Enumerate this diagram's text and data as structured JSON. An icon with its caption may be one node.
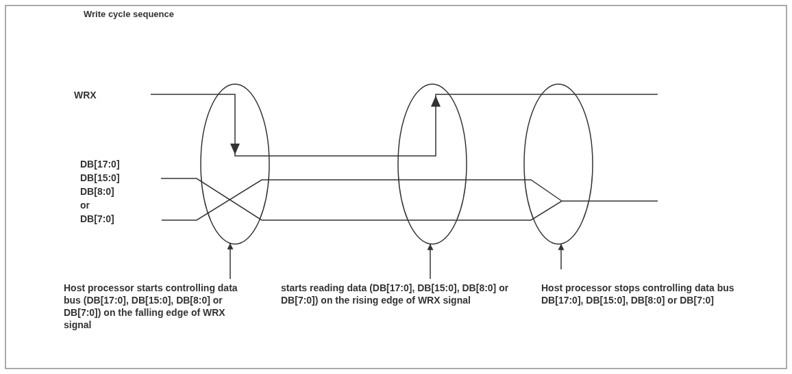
{
  "diagram": {
    "title": "Write cycle sequence",
    "nodes": [
      {
        "text": [],
        "shape": "ellipse"
      },
      {
        "text": [],
        "shape": "ellipse"
      },
      {
        "text": [],
        "shape": "ellipse"
      },
      {
        "text": [
          "Host processor starts controlling data bus (DB[17:0], DB[15:0], DB[8:0] or DB[7:0]) on the falling edge of WRX signal"
        ]
      },
      {
        "text": [
          "starts reading data (DB[17:0], DB[15:0], DB[8:0] or DB[7:0]) on the rising edge of WRX signal"
        ]
      },
      {
        "text": [
          "Host processor stops controlling data bus DB[17:0], DB[15:0], DB[8:0] or DB[7:0]"
        ]
      }
    ],
    "edges": [
      {
        "from": 3,
        "to": 0,
        "arrow": "to"
      },
      {
        "from": 4,
        "to": 1,
        "arrow": "to"
      },
      {
        "from": 5,
        "to": 2,
        "arrow": "to"
      }
    ],
    "labels": [
      "WRX",
      "DB[17:0]",
      "DB[15:0]",
      "DB[8:0]",
      "or",
      "DB[7:0]"
    ]
  }
}
